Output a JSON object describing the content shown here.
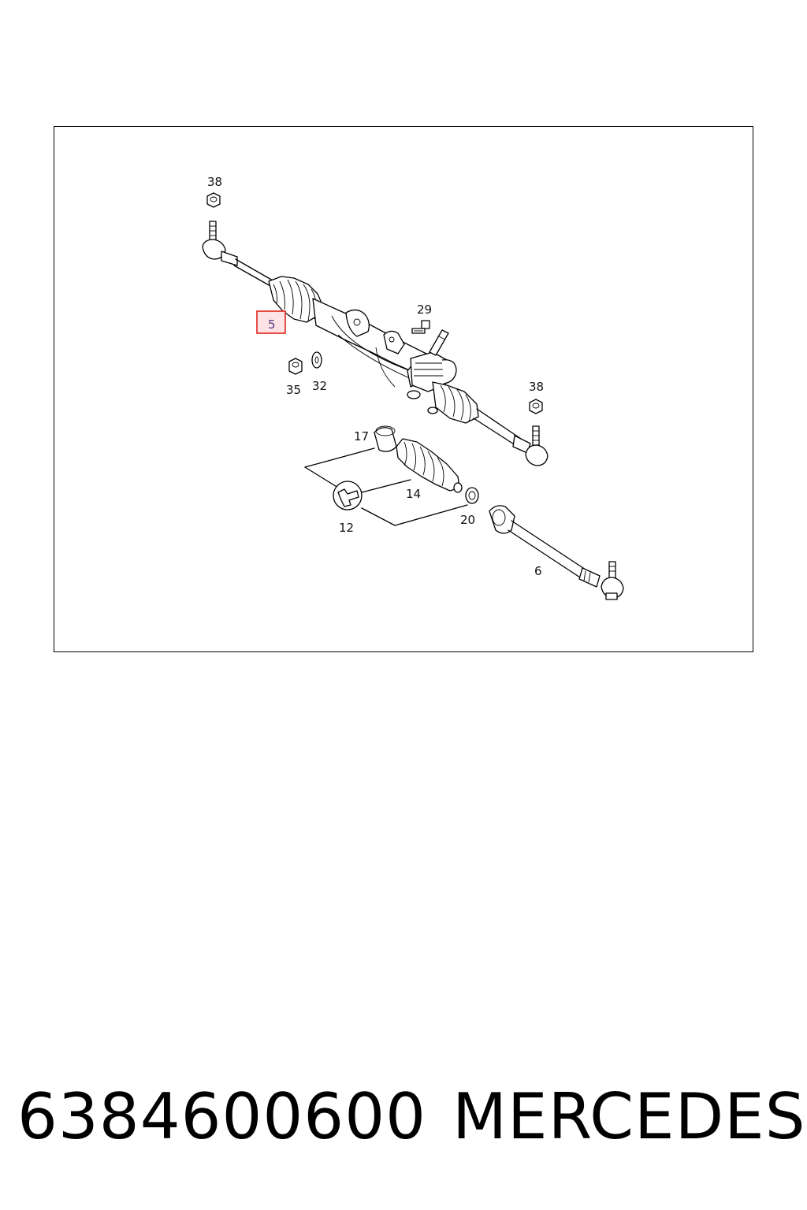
{
  "diagram": {
    "callouts": {
      "c38_top": "38",
      "c29": "29",
      "c5": "5",
      "c35": "35",
      "c32": "32",
      "c38_right": "38",
      "c17": "17",
      "c14": "14",
      "c12": "12",
      "c20": "20",
      "c6": "6"
    },
    "highlighted_callout": "5",
    "highlight_color": "#e0241b"
  },
  "caption": {
    "part_number": "6384600600",
    "brand": "MERCEDES"
  }
}
